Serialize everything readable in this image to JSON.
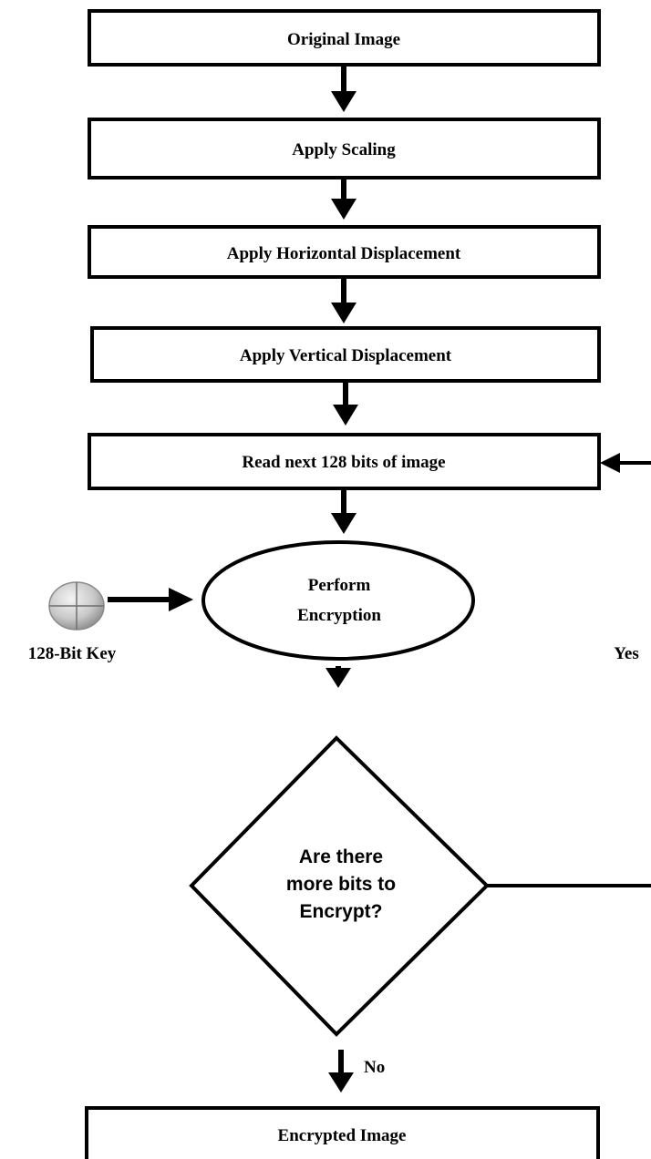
{
  "nodes": {
    "original_image": "Original Image",
    "apply_scaling": "Apply Scaling",
    "horizontal_displacement": "Apply Horizontal Displacement",
    "vertical_displacement": "Apply Vertical Displacement",
    "read_bits": "Read next 128 bits of image",
    "encryption_line1": "Perform",
    "encryption_line2": "Encryption",
    "decision_line1": "Are there",
    "decision_line2": "more bits to",
    "decision_line3": "Encrypt?",
    "encrypted_image": "Encrypted Image"
  },
  "labels": {
    "key": "128-Bit Key",
    "yes": "Yes",
    "no": "No"
  },
  "icons": {
    "key_icon": "sphere-crosshair-icon"
  },
  "colors": {
    "stroke": "#000000",
    "background": "#ffffff"
  }
}
